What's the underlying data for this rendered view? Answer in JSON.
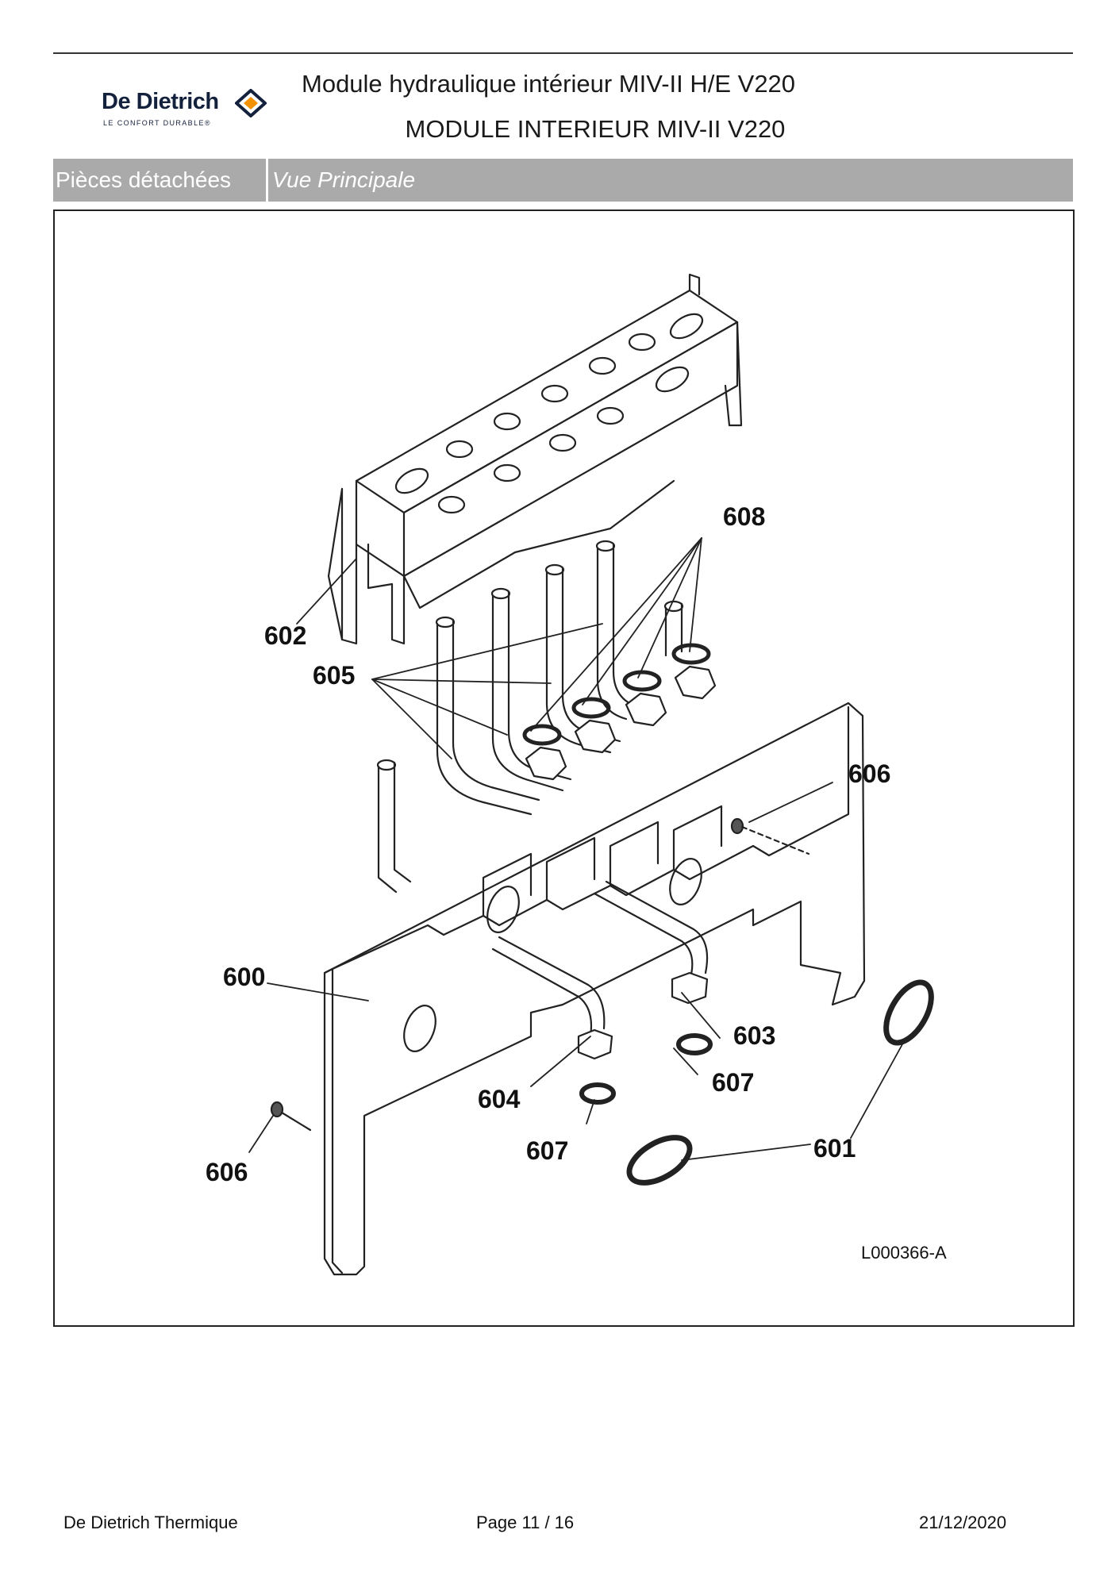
{
  "header": {
    "brand": "De Dietrich",
    "tagline": "LE CONFORT DURABLE®",
    "title_line1": "Module hydraulique intérieur MIV-II H/E V220",
    "title_line2": "MODULE INTERIEUR MIV-II V220"
  },
  "section_bar": {
    "left_label": "Pièces détachées",
    "right_label": "Vue Principale"
  },
  "figure": {
    "reference": "L000366-A",
    "callouts": {
      "c600": "600",
      "c601": "601",
      "c602": "602",
      "c603": "603",
      "c604": "604",
      "c605": "605",
      "c606a": "606",
      "c606b": "606",
      "c607a": "607",
      "c607b": "607",
      "c608": "608"
    }
  },
  "footer": {
    "company": "De Dietrich Thermique",
    "page_label": "Page 11  /  16",
    "date": "21/12/2020"
  },
  "colors": {
    "tab_background": "#aaaaaa",
    "brand_blue": "#14213d",
    "brand_orange": "#f39200"
  }
}
